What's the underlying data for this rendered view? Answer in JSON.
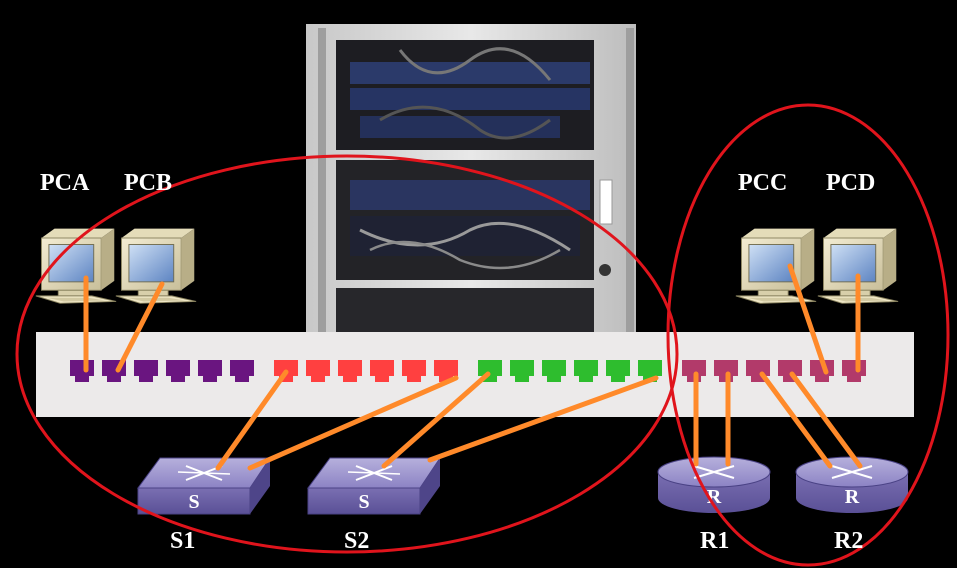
{
  "labels": {
    "pca": "PCA",
    "pcb": "PCB",
    "pcc": "PCC",
    "pcd": "PCD",
    "s1": "S1",
    "s2": "S2",
    "r1": "R1",
    "r2": "R2"
  },
  "device_letters": {
    "switch": "S",
    "router": "R"
  },
  "colors": {
    "background": "#000000",
    "cable": "#ff8a2a",
    "ellipse": "#e0141c",
    "port_group_1": "#6a1580",
    "port_group_2": "#ff4040",
    "port_group_3": "#2ebd2e",
    "port_group_4": "#b23a6a",
    "patch_panel": "#eceaea",
    "device_body": "#7a6fb2"
  },
  "icons": [
    "pc-icon",
    "switch-icon",
    "router-icon",
    "server-rack-photo"
  ]
}
